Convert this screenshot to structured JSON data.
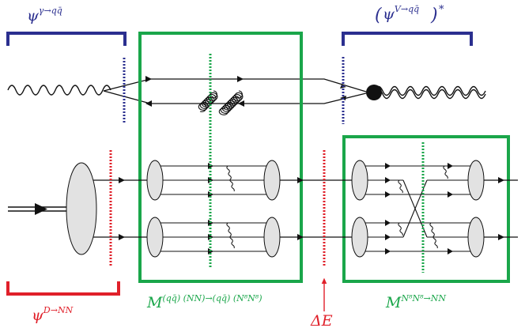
{
  "labels": {
    "psi_gamma": {
      "base": "ψ",
      "sup": "γ→qq̄"
    },
    "psi_V": {
      "base": "ψ",
      "sup": "V→qq̄",
      "outer_sup": "*"
    },
    "psi_D": {
      "base": "ψ",
      "sup": "D→NN"
    },
    "M_left": {
      "base": "M",
      "sup": "(qq̄) (NN)→(qq̄) (N⁸N⁸)"
    },
    "M_right": {
      "base": "M",
      "sup": "N⁸N⁸→NN"
    },
    "delta_E": "ΔE"
  },
  "colors": {
    "blue": "#2b2f8f",
    "green": "#1aa64a",
    "red": "#e0202a",
    "black": "#111111",
    "blob": "#e2e2e2"
  }
}
